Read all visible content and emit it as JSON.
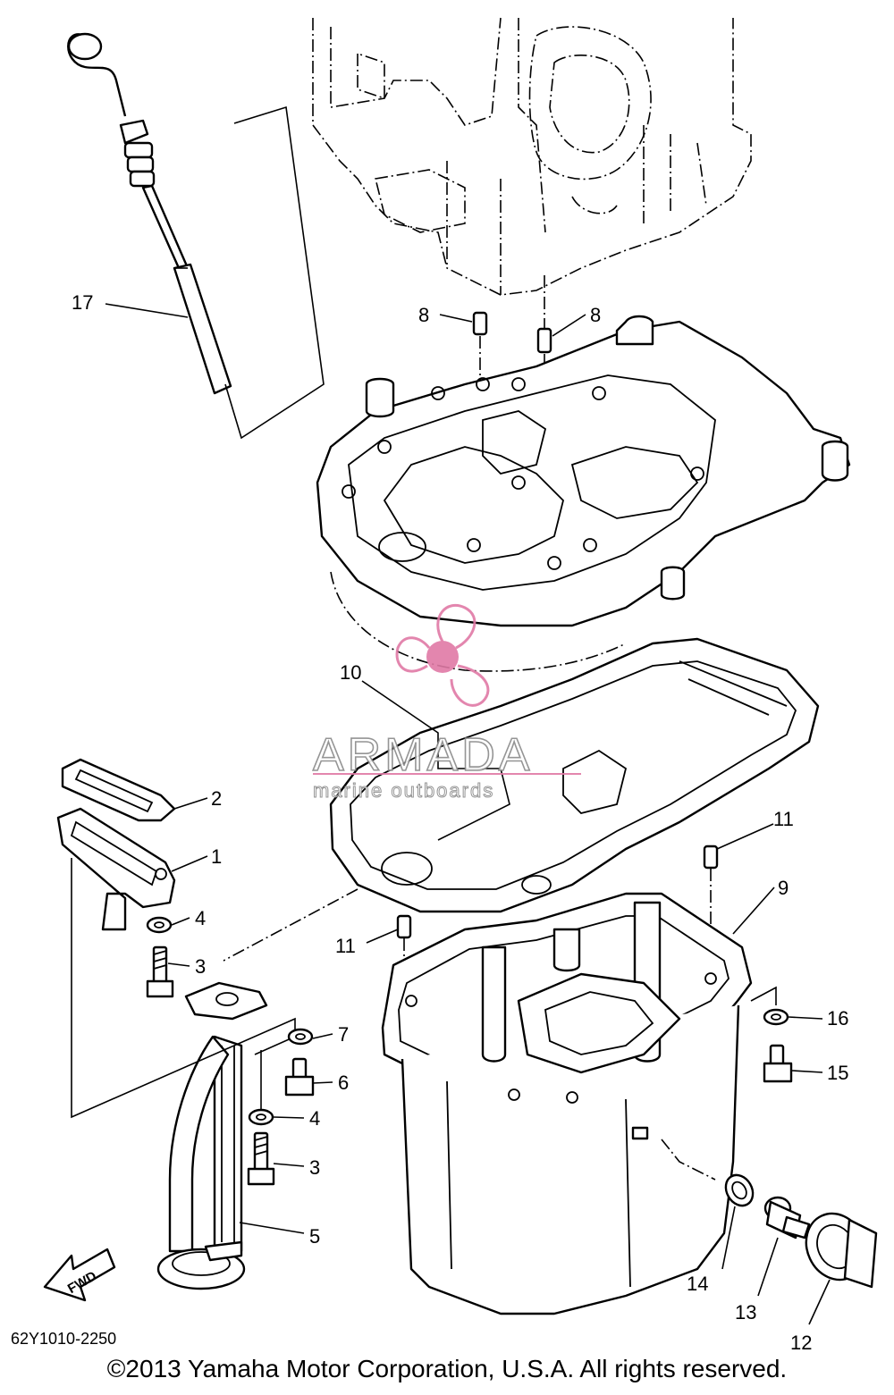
{
  "diagram": {
    "callouts": [
      {
        "id": "c17",
        "text": "17"
      },
      {
        "id": "c8a",
        "text": "8"
      },
      {
        "id": "c8b",
        "text": "8"
      },
      {
        "id": "c10",
        "text": "10"
      },
      {
        "id": "c2",
        "text": "2"
      },
      {
        "id": "c1",
        "text": "1"
      },
      {
        "id": "c4a",
        "text": "4"
      },
      {
        "id": "c3a",
        "text": "3"
      },
      {
        "id": "c11a",
        "text": "11"
      },
      {
        "id": "c11b",
        "text": "11"
      },
      {
        "id": "c9",
        "text": "9"
      },
      {
        "id": "c7",
        "text": "7"
      },
      {
        "id": "c6",
        "text": "6"
      },
      {
        "id": "c4b",
        "text": "4"
      },
      {
        "id": "c3b",
        "text": "3"
      },
      {
        "id": "c5",
        "text": "5"
      },
      {
        "id": "c16",
        "text": "16"
      },
      {
        "id": "c15",
        "text": "15"
      },
      {
        "id": "c14",
        "text": "14"
      },
      {
        "id": "c13",
        "text": "13"
      },
      {
        "id": "c12",
        "text": "12"
      }
    ],
    "fwd_label": "FWD",
    "diagram_code": "62Y1010-2250",
    "copyright": "©2013 Yamaha Motor Corporation, U.S.A. All rights reserved."
  },
  "watermark": {
    "brand": "ARMADA",
    "tagline": "marine outboards",
    "accent_color": "#e07aa6"
  }
}
